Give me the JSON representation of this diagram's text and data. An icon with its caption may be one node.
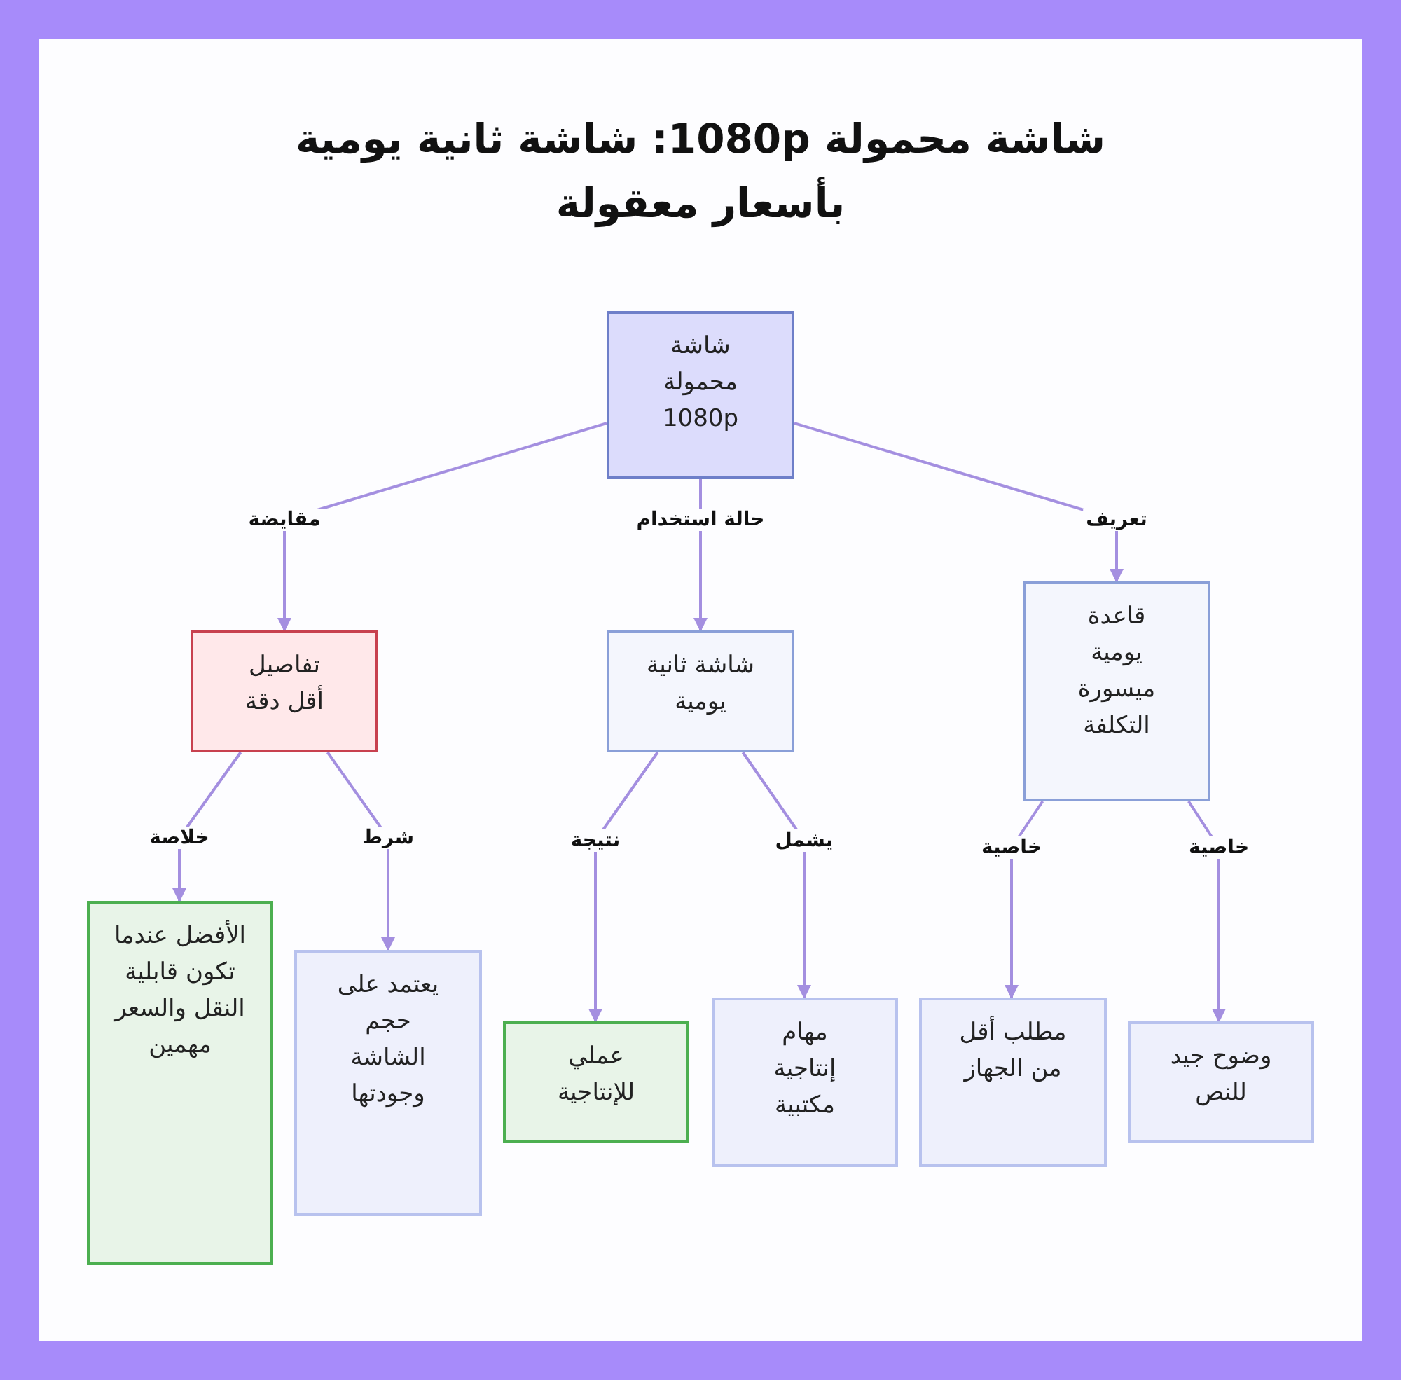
{
  "diagram": {
    "title": "شاشة محمولة 1080p: شاشة ثانية يومية بأسعار معقولة",
    "nodes": [
      {
        "text": [
          "شاشة محمولة 1080p"
        ]
      },
      {
        "text": [
          "تفاصيل أقل دقة"
        ]
      },
      {
        "text": [
          "شاشة ثانية يومية"
        ]
      },
      {
        "text": [
          "قاعدة يومية ميسورة التكلفة"
        ]
      },
      {
        "text": [
          "الأفضل عندما تكون قابلية النقل والسعر مهمين"
        ]
      },
      {
        "text": [
          "يعتمد على حجم الشاشة وجودتها"
        ]
      },
      {
        "text": [
          "عملي للإنتاجية"
        ]
      },
      {
        "text": [
          "مهام إنتاجية مكتبية"
        ]
      },
      {
        "text": [
          "مطلب أقل من الجهاز"
        ]
      },
      {
        "text": [
          "وضوح جيد للنص"
        ]
      }
    ],
    "edges": [
      {
        "from": 0,
        "to": 1,
        "arrow": "to",
        "label": "مقايضة"
      },
      {
        "from": 0,
        "to": 2,
        "arrow": "to",
        "label": "حالة استخدام"
      },
      {
        "from": 0,
        "to": 3,
        "arrow": "to",
        "label": "تعريف"
      },
      {
        "from": 1,
        "to": 4,
        "arrow": "to",
        "label": "خلاصة"
      },
      {
        "from": 1,
        "to": 5,
        "arrow": "to",
        "label": "شرط"
      },
      {
        "from": 2,
        "to": 6,
        "arrow": "to",
        "label": "نتيجة"
      },
      {
        "from": 2,
        "to": 7,
        "arrow": "to",
        "label": "يشمل"
      },
      {
        "from": 3,
        "to": 8,
        "arrow": "to",
        "label": "خاصية"
      },
      {
        "from": 3,
        "to": 9,
        "arrow": "to",
        "label": "خاصية"
      }
    ]
  }
}
